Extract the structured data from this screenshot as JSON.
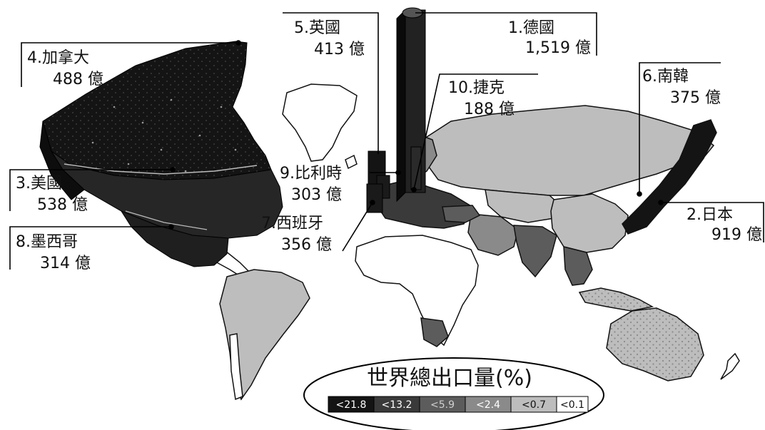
{
  "rankings": [
    {
      "rank": "1.",
      "country": "德國",
      "value": "1,519 億"
    },
    {
      "rank": "2.",
      "country": "日本",
      "value": "919 億"
    },
    {
      "rank": "3.",
      "country": "美國",
      "value": "538 億"
    },
    {
      "rank": "4.",
      "country": "加拿大",
      "value": "488 億"
    },
    {
      "rank": "5.",
      "country": "英國",
      "value": "413 億"
    },
    {
      "rank": "6.",
      "country": "南韓",
      "value": "375 億"
    },
    {
      "rank": "7.",
      "country": "西班牙",
      "value": "356 億"
    },
    {
      "rank": "8.",
      "country": "墨西哥",
      "value": "314 億"
    },
    {
      "rank": "9.",
      "country": "比利時",
      "value": "303 億"
    },
    {
      "rank": "10.",
      "country": "捷克",
      "value": "188 億"
    }
  ],
  "legend": {
    "title": "世界總出口量(%)",
    "bins": [
      {
        "label": "<21.8",
        "color": "#141414",
        "text_color": "#ffffff"
      },
      {
        "label": "<13.2",
        "color": "#3a3a3a",
        "text_color": "#ffffff"
      },
      {
        "label": "<5.9",
        "color": "#5c5c5c",
        "text_color": "#d0d0d0"
      },
      {
        "label": "<2.4",
        "color": "#8a8a8a",
        "text_color": "#ffffff"
      },
      {
        "label": "<0.7",
        "color": "#bdbdbd",
        "text_color": "#111111"
      },
      {
        "label": "<0.1",
        "color": "#ffffff",
        "text_color": "#111111"
      }
    ]
  }
}
